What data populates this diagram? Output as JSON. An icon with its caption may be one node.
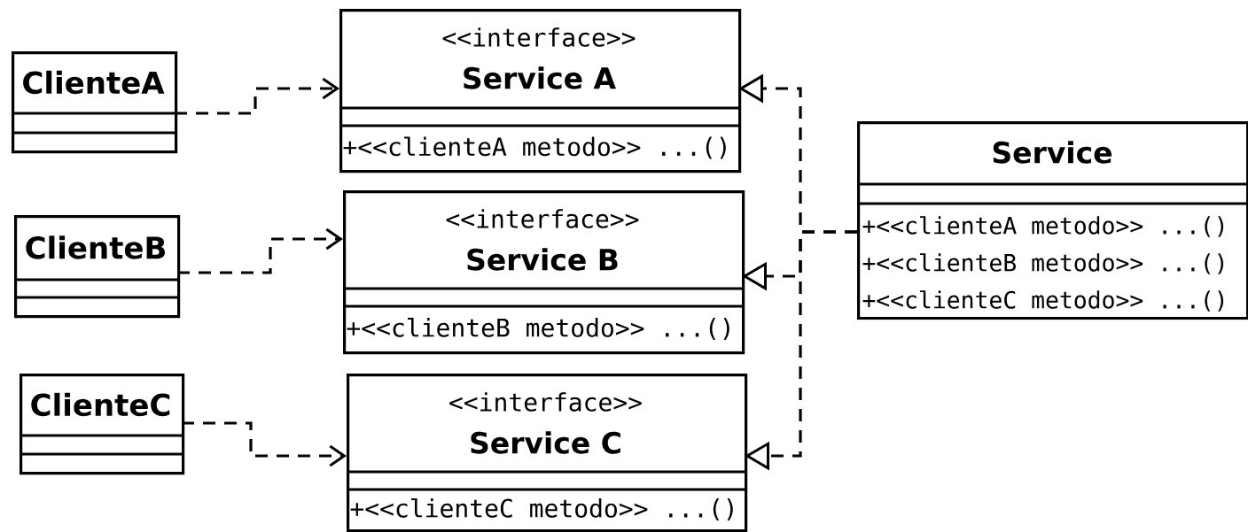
{
  "diagram": {
    "nodes": [
      {
        "text": [
          "ClienteA"
        ]
      },
      {
        "text": [
          "<<interface>>",
          "Service A",
          "+<<clienteA metodo>> ...()"
        ]
      },
      {
        "text": [
          "ClienteB"
        ]
      },
      {
        "text": [
          "<<interface>>",
          "Service B",
          "+<<clienteB metodo>> ...()"
        ]
      },
      {
        "text": [
          "ClienteC"
        ]
      },
      {
        "text": [
          "<<interface>>",
          "Service C",
          "+<<clienteC metodo>> ...()"
        ]
      },
      {
        "text": [
          "Service",
          "+<<clienteA metodo>> ...()",
          "+<<clienteB metodo>> ...()",
          "+<<clienteC metodo>> ...()"
        ]
      }
    ],
    "edges": [
      {
        "from": 0,
        "to": 1,
        "arrow": "to",
        "style": "dashed"
      },
      {
        "from": 2,
        "to": 3,
        "arrow": "to",
        "style": "dashed"
      },
      {
        "from": 4,
        "to": 5,
        "arrow": "to",
        "style": "dashed"
      },
      {
        "from": 6,
        "to": 1,
        "arrow": "to",
        "style": "dashed"
      },
      {
        "from": 6,
        "to": 3,
        "arrow": "to",
        "style": "dashed"
      },
      {
        "from": 6,
        "to": 5,
        "arrow": "to",
        "style": "dashed"
      }
    ]
  }
}
